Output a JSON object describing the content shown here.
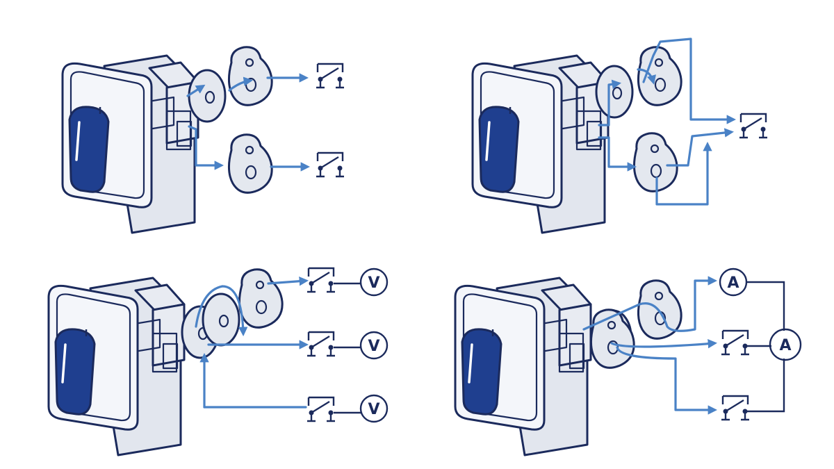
{
  "colors": {
    "outline": "#1b2a5c",
    "knob": "#1f3f8f",
    "body": "#f2f4f8",
    "flow_arrow": "#4a82c6",
    "background": "#ffffff"
  },
  "panels": [
    {
      "id": "top-left",
      "dial_mark": "I",
      "meters": []
    },
    {
      "id": "top-right",
      "dial_mark": "I",
      "meters": []
    },
    {
      "id": "bottom-left",
      "dial_mark": "I",
      "meters": [
        "V",
        "V",
        "V"
      ]
    },
    {
      "id": "bottom-right",
      "dial_mark": "I",
      "meters": [
        "A",
        "A"
      ]
    }
  ]
}
